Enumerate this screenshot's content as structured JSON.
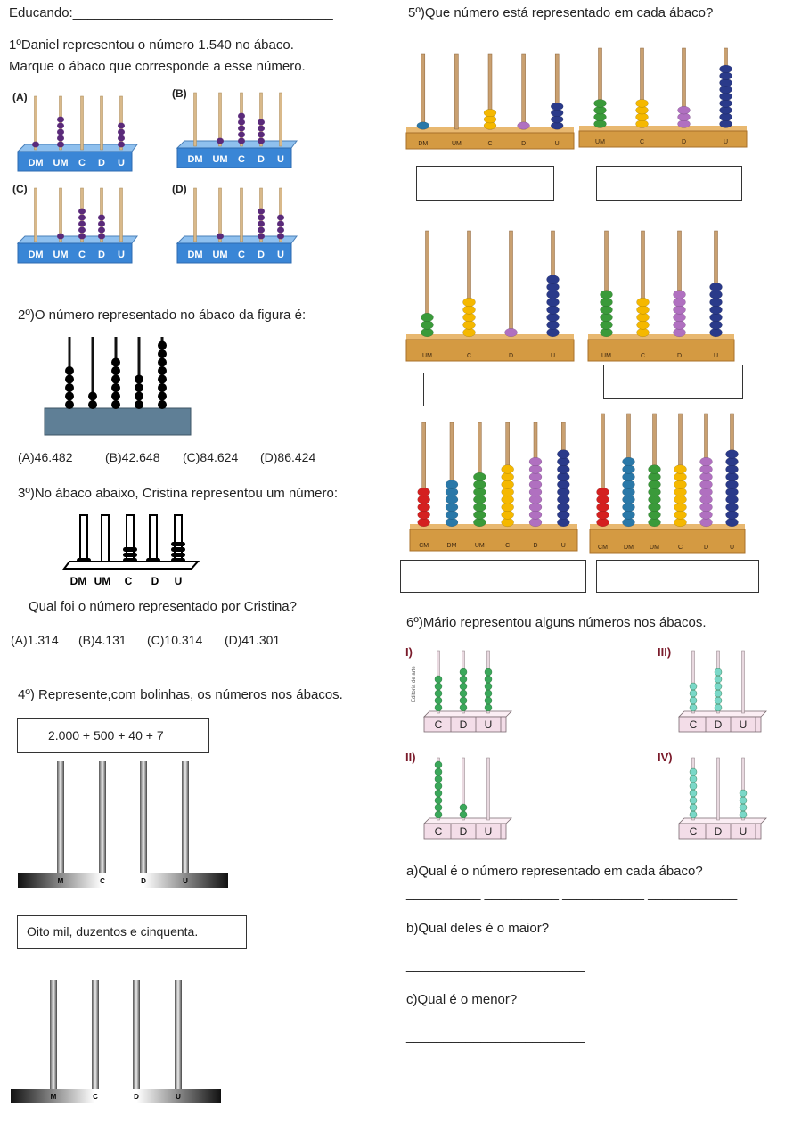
{
  "header": {
    "student_label": "Educando:___________________________________"
  },
  "q1": {
    "line1": "1ºDaniel representou o número 1.540 no ábaco.",
    "line2": "Marque o ábaco que corresponde a esse número.",
    "options": [
      "(A)",
      "(B)",
      "(C)",
      "(D)"
    ],
    "base_labels": [
      "DM",
      "UM",
      "C",
      "D",
      "U"
    ]
  },
  "q2": {
    "question": "2º)O número representado no ábaco da figura é:",
    "options": [
      "(A)46.482",
      "(B)42.648",
      "(C)84.624",
      "(D)86.424"
    ]
  },
  "q3": {
    "question": "3º)No ábaco abaixo, Cristina representou um número:",
    "labels": [
      "DM",
      "UM",
      "C",
      "D",
      "U"
    ],
    "followup": "Qual foi o número representado por Cristina?",
    "options": [
      "(A)1.314",
      "(B)4.131",
      "(C)10.314",
      "(D)41.301"
    ]
  },
  "q4": {
    "question": "4º) Represente,com bolinhas, os números nos ábacos.",
    "number1": "2.000 + 500 + 40 + 7",
    "number2": "Oito mil, duzentos e cinquenta.",
    "labels": [
      "M",
      "C",
      "D",
      "U"
    ]
  },
  "q5": {
    "question": "5º)Que número está representado em cada ábaco?",
    "label_sets": {
      "a1": [
        "DM",
        "UM",
        "C",
        "D",
        "U"
      ],
      "a2": [
        "UM",
        "C",
        "D",
        "U"
      ],
      "a3": [
        "UM",
        "C",
        "D",
        "U"
      ],
      "a4": [
        "UM",
        "C",
        "D",
        "U"
      ],
      "a5": [
        "CM",
        "DM",
        "UM",
        "C",
        "D",
        "U"
      ],
      "a6": [
        "CM",
        "DM",
        "UM",
        "C",
        "D",
        "U"
      ]
    },
    "bead_counts": {
      "a1": [
        1,
        0,
        3,
        1,
        4
      ],
      "a2": [
        4,
        4,
        3,
        9
      ],
      "a3": [
        3,
        5,
        1,
        8
      ],
      "a4": [
        6,
        5,
        6,
        7
      ],
      "a5": [
        5,
        6,
        7,
        8,
        9,
        10
      ],
      "a6": [
        5,
        9,
        8,
        8,
        9,
        10
      ]
    }
  },
  "q6": {
    "question": "6º)Mário representou alguns números nos ábacos.",
    "roman": [
      "I)",
      "II)",
      "III)",
      "IV)"
    ],
    "labels": [
      "C",
      "D",
      "U"
    ],
    "publisher": "Editoria de arte",
    "bead_counts": {
      "I": [
        5,
        6,
        6
      ],
      "II": [
        8,
        2,
        0
      ],
      "III": [
        4,
        6,
        0
      ],
      "IV": [
        7,
        0,
        4
      ]
    },
    "a": "a)Qual é o número representado em cada ábaco?",
    "a_blanks": "__________  __________ ___________ ____________",
    "b": "b)Qual deles é o maior?",
    "b_blank": "________________________",
    "c": "c)Qual é o menor?",
    "c_blank": "________________________"
  },
  "colors": {
    "blue_base": "#3a86d6",
    "purple_bead": "#5a2a7a",
    "slate_base": "#5b7a92",
    "wood": "#d49a42",
    "red": "#d42020",
    "teal": "#2a78a8",
    "green": "#3a9a3a",
    "yellow": "#f5b800",
    "violet": "#b070c0",
    "navy": "#2a3a8a",
    "mint": "#7ad8c8",
    "pink_base": "#f3dde8"
  }
}
